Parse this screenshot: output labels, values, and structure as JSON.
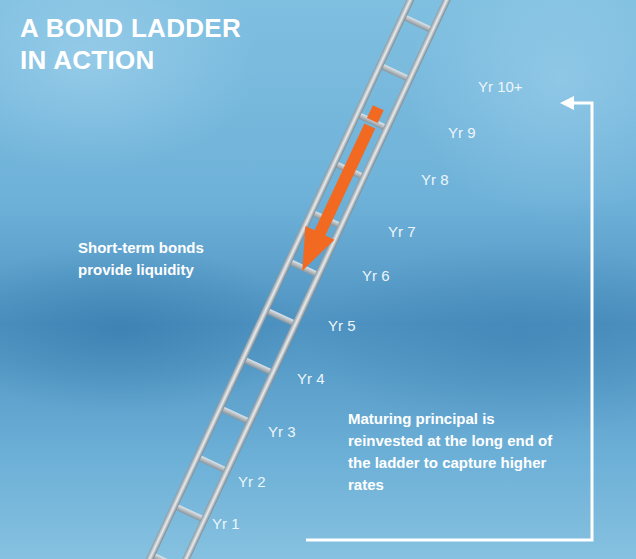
{
  "diagram": {
    "title": "A BOND LADDER IN ACTION",
    "labels": [
      "Yr 10+",
      "Yr 9",
      "Yr 8",
      "Yr 7",
      "Yr 6",
      "Yr 5",
      "Yr 4",
      "Yr 3",
      "Yr 2",
      "Yr 1",
      "Short-term bonds provide liquidity",
      "Maturing principal is reinvested at the long end of the ladder to capture higher rates"
    ]
  }
}
